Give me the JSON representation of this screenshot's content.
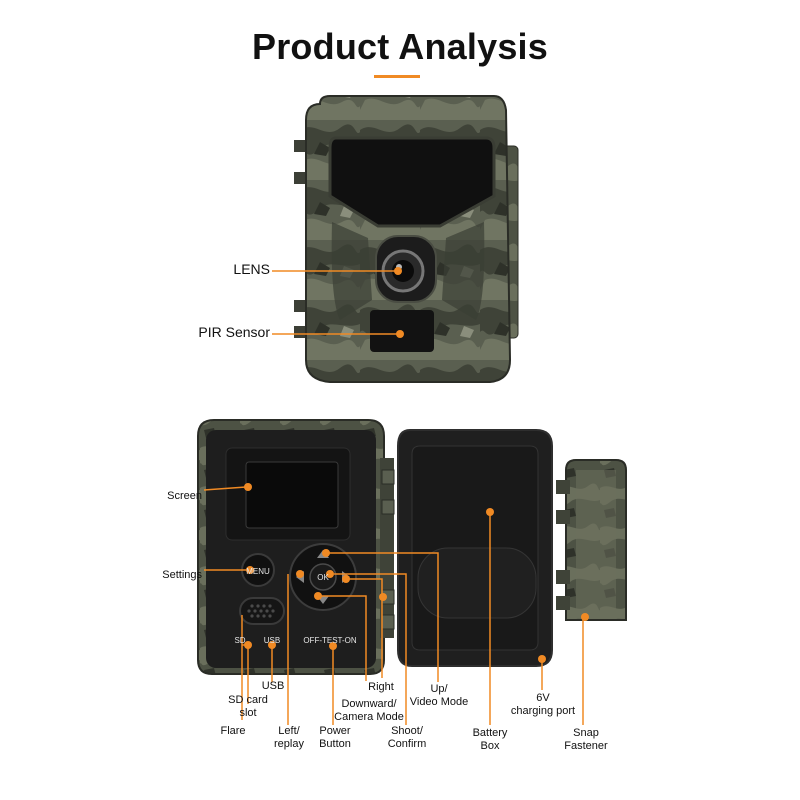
{
  "title": "Product Analysis",
  "colors": {
    "accent": "#f08a24",
    "camo_dark": "#3b3f35",
    "camo_light": "#6c7160",
    "body_black": "#1c1c1c"
  },
  "top_labels": {
    "lens": "LENS",
    "pir": "PIR Sensor"
  },
  "panel_text": {
    "menu": "MENU",
    "ok": "OK",
    "sd": "SD",
    "usb": "USB",
    "switch": "OFF-TEST-ON"
  },
  "labels": {
    "screen": "Screen",
    "settings": "Settings",
    "usb": "USB",
    "sd_card_1": "SD card",
    "sd_card_2": "slot",
    "flare": "Flare",
    "left_1": "Left/",
    "left_2": "replay",
    "power_1": "Power",
    "power_2": "Button",
    "down_1": "Downward/",
    "down_2": "Camera Mode",
    "right": "Right",
    "shoot_1": "Shoot/",
    "shoot_2": "Confirm",
    "up_1": "Up/",
    "up_2": "Video Mode",
    "battery_1": "Battery",
    "battery_2": "Box",
    "charging_1": "6V",
    "charging_2": "charging port",
    "snap_1": "Snap",
    "snap_2": "Fastener"
  }
}
